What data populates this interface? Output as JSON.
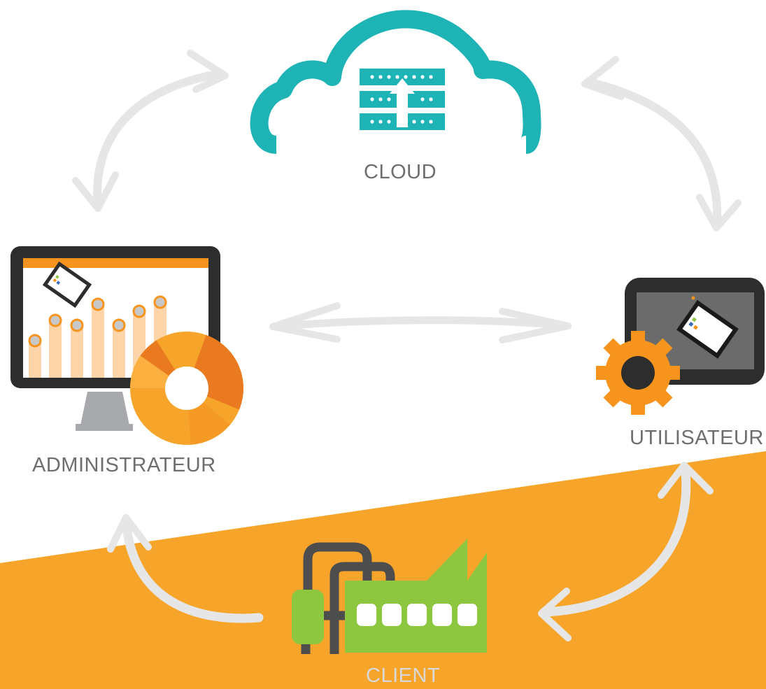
{
  "nodes": {
    "cloud": {
      "label": "CLOUD"
    },
    "admin": {
      "label": "ADMINISTRATEUR"
    },
    "user": {
      "label": "UTILISATEUR"
    },
    "client": {
      "label": "CLIENT"
    }
  },
  "connections": [
    {
      "from": "cloud",
      "to": "admin",
      "direction": "both"
    },
    {
      "from": "cloud",
      "to": "user",
      "direction": "both"
    },
    {
      "from": "admin",
      "to": "user",
      "direction": "both"
    },
    {
      "from": "client",
      "to": "admin",
      "direction": "to"
    },
    {
      "from": "client",
      "to": "user",
      "direction": "both"
    }
  ],
  "colors": {
    "cloud": "#1eb3b5",
    "orange": "#f7a52a",
    "orange_dark": "#ea7a20",
    "green": "#8dc63f",
    "dark": "#2d2d2d",
    "arrow": "#e6e6e6",
    "label": "#6e6e6e"
  },
  "icons": {
    "cloud": "cloud-server-upload-icon",
    "admin": "monitor-dashboard-icon",
    "user": "tablet-gear-icon",
    "client": "factory-icon"
  }
}
